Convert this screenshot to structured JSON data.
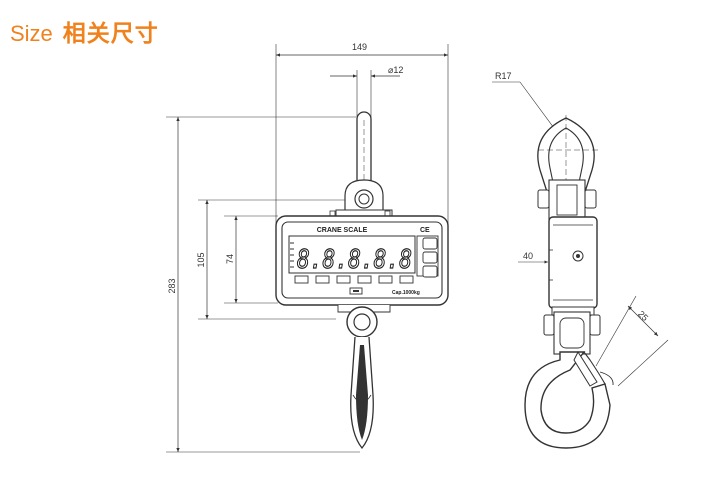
{
  "header": {
    "title_en": "Size",
    "title_cn": "相关尺寸",
    "accent_color": "#f0821e"
  },
  "front_view": {
    "dim_width": "149",
    "dim_pin_diameter": "⌀12",
    "dim_total_height": "283",
    "dim_body_height": "105",
    "dim_display_height": "74",
    "brand_label": "CRANE SCALE",
    "ce_mark": "CE",
    "capacity_label": "Cap.1000kg",
    "digits": "8.8.8.8.8"
  },
  "side_view": {
    "dim_radius": "R17",
    "dim_body_depth": "40",
    "dim_hook_opening": "25"
  }
}
